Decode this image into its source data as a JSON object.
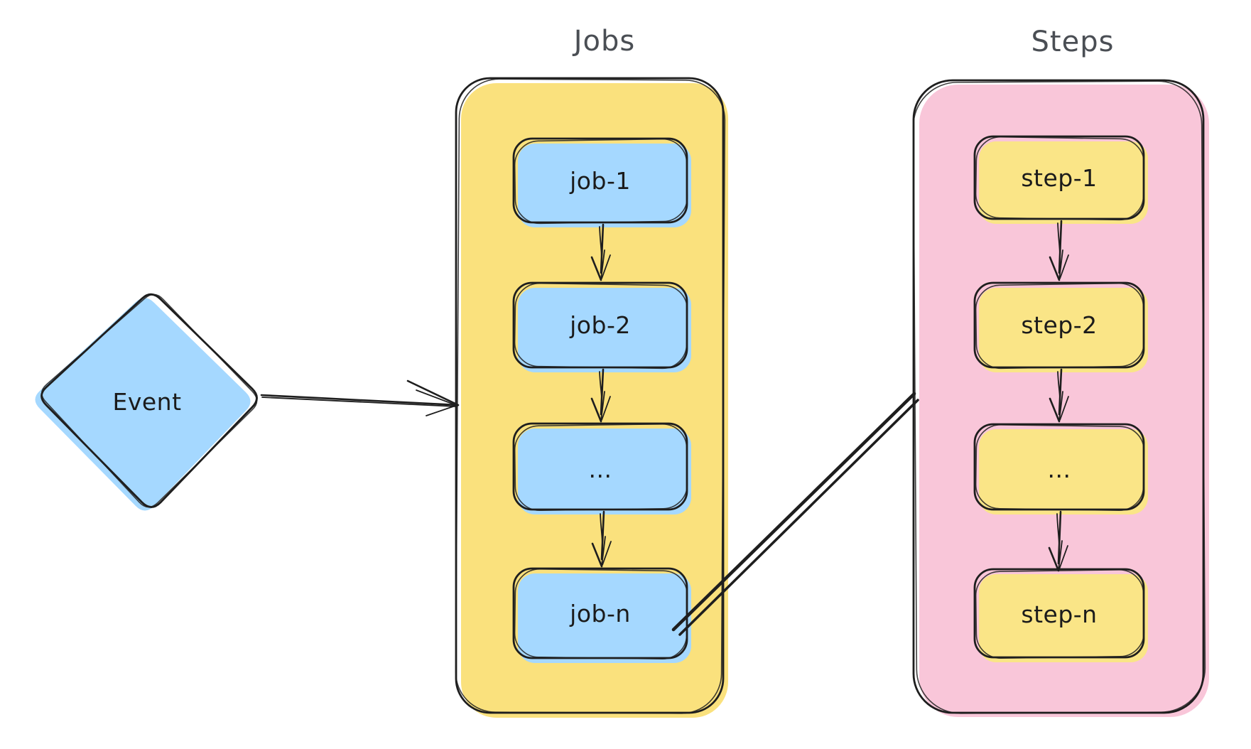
{
  "colors": {
    "background": "#ffffff",
    "stroke": "#1e1e1e",
    "title_text": "#4a4e54",
    "label_text": "#1b1b1b",
    "event_fill": "#a5d8ff",
    "jobs_container_fill": "#fae17d",
    "job_box_fill": "#a5d8ff",
    "steps_container_fill": "#f9c6d9",
    "step_box_fill": "#fae587"
  },
  "titles": {
    "jobs": "Jobs",
    "steps": "Steps"
  },
  "event": {
    "label": "Event"
  },
  "jobs": {
    "items": [
      {
        "label": "job-1"
      },
      {
        "label": "job-2"
      },
      {
        "label": "..."
      },
      {
        "label": "job-n"
      }
    ]
  },
  "steps": {
    "items": [
      {
        "label": "step-1"
      },
      {
        "label": "step-2"
      },
      {
        "label": "..."
      },
      {
        "label": "step-n"
      }
    ]
  }
}
